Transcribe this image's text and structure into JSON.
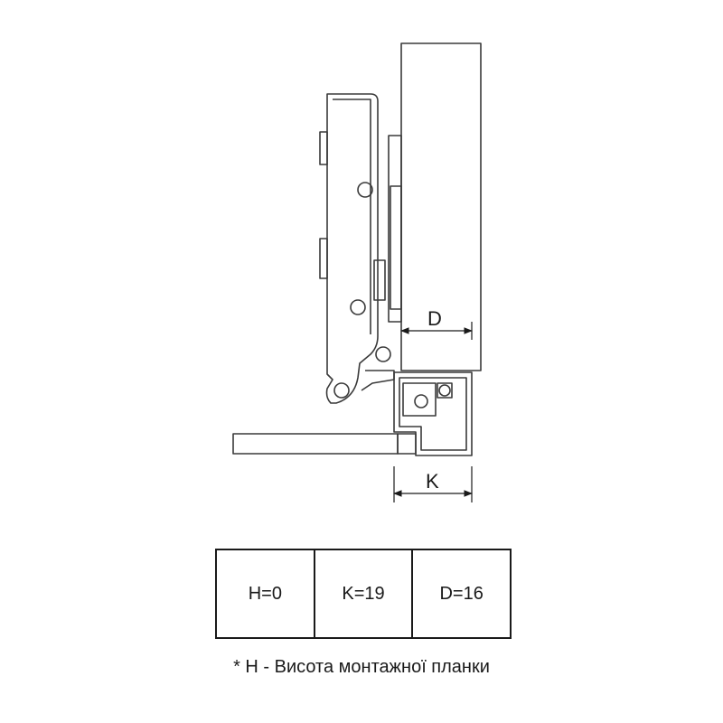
{
  "dimensions": {
    "d_label": "D",
    "k_label": "K"
  },
  "spec_table": {
    "cells": [
      "H=0",
      "K=19",
      "D=16"
    ]
  },
  "footnote": "* Н - Висота монтажної планки",
  "colors": {
    "line": "#3a3a3a",
    "text": "#1a1a1a",
    "background": "#ffffff"
  }
}
